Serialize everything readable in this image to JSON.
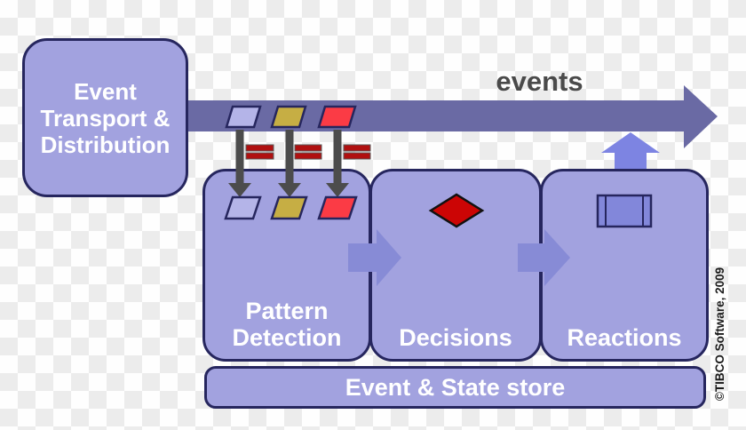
{
  "diagram": {
    "credit": "©TIBCO Software, 2009",
    "events_arrow": {
      "label": "events"
    },
    "nodes": {
      "transport": {
        "lines": [
          "Event",
          "Transport &",
          "Distribution"
        ]
      },
      "pattern_detection": {
        "lines": [
          "Pattern",
          "Detection"
        ]
      },
      "decisions": {
        "label": "Decisions"
      },
      "reactions": {
        "label": "Reactions"
      },
      "event_state_store": {
        "label": "Event & State store"
      }
    },
    "markers": {
      "event_types": [
        "lavender-event-marker",
        "gold-event-marker",
        "red-event-marker"
      ],
      "decision_symbol": "red-diamond",
      "reaction_symbol": "process-frame"
    }
  },
  "colors": {
    "band": "#6a6aa4",
    "box_fill": "#a2a2df",
    "box_border": "#26265e",
    "flow_arrow": "#878bd6",
    "up_arrow": "#7d84e2",
    "down_arrow": "#4c4c4c",
    "bar_red": "#b01010",
    "marker_lavender": "#b4b4e8",
    "marker_gold": "#c6ae44",
    "marker_red": "#fb3b45",
    "diamond_red": "#cc0505",
    "reactions_icon": "#8287da",
    "label_white": "#ffffff",
    "events_text": "#4a4a4a",
    "credit_text": "#1c1c1c",
    "checker_gray": "#ececec",
    "checker_white": "#fefefe"
  }
}
